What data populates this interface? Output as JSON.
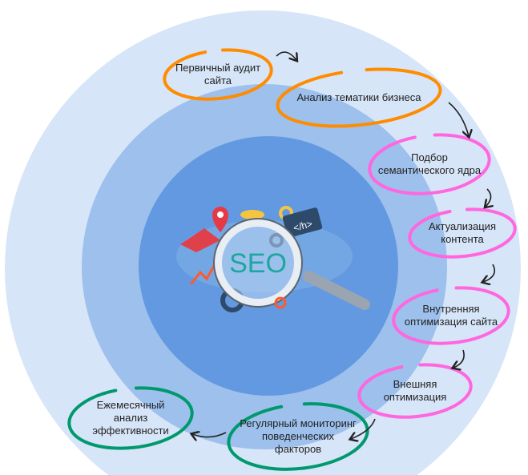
{
  "colors": {
    "outer": "#d7e5f8",
    "middle": "#9dc0ec",
    "inner": "#6399e0",
    "orange": "#ff8c00",
    "pink": "#ff66e0",
    "green": "#00996e"
  },
  "center": {
    "logo_text": "SEO",
    "code_tag": "</h>"
  },
  "steps": [
    {
      "lines": [
        "Первичный аудит",
        "сайта"
      ],
      "color": "orange"
    },
    {
      "lines": [
        "Анализ тематики бизнеса"
      ],
      "color": "orange"
    },
    {
      "lines": [
        "Подбор",
        "семантического ядра"
      ],
      "color": "pink"
    },
    {
      "lines": [
        "Актуализация",
        "контента"
      ],
      "color": "pink"
    },
    {
      "lines": [
        "Внутренняя",
        "оптимизация сайта"
      ],
      "color": "pink"
    },
    {
      "lines": [
        "Внешняя",
        "оптимизация"
      ],
      "color": "pink"
    },
    {
      "lines": [
        "Регулярный мониторинг",
        "поведенческих",
        "факторов"
      ],
      "color": "green"
    },
    {
      "lines": [
        "Ежемесячный",
        "анализ",
        "эффективности"
      ],
      "color": "green"
    }
  ]
}
